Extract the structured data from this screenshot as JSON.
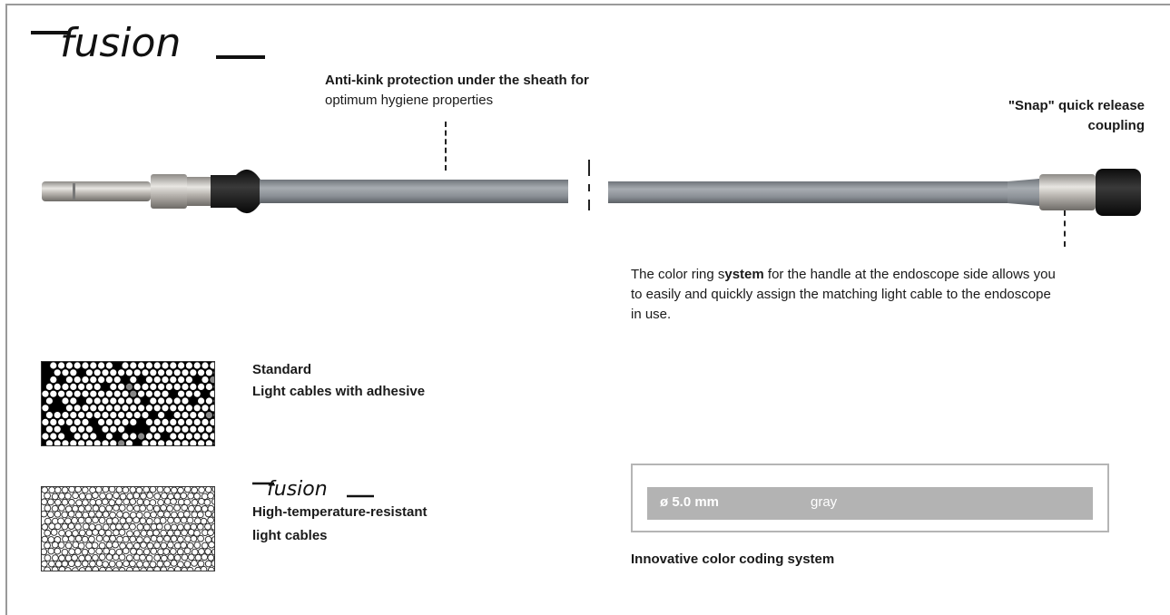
{
  "brand": {
    "logo_text": "fusion",
    "colors": {
      "frame": "#9a9a9a",
      "cable": "#8e949a",
      "bar": "#b3b3b3"
    }
  },
  "annotations": {
    "anti_kink": {
      "bold": "Anti-kink protection under the sheath for",
      "normal": "optimum hygiene properties"
    },
    "snap": {
      "line1": "\"Snap\" quick release",
      "line2": "coupling"
    },
    "color_ring": {
      "line1_pre": "The color ring s",
      "line1_bold": "ystem",
      "line1_post": " for the handle at the endoscope side allows you",
      "line2": "to easily and quickly assign the matching light cable to the endoscope",
      "line3": "in use."
    }
  },
  "standard": {
    "line1": "Standard",
    "line2": "Light cables with adhesive"
  },
  "fusion_cable": {
    "logo_text": "fusion",
    "line1": "High-temperature-resistant",
    "line2": "light cables"
  },
  "color_coding": {
    "diameter": "ø 5.0 mm",
    "color_name": "gray",
    "caption": "Innovative color coding system"
  }
}
